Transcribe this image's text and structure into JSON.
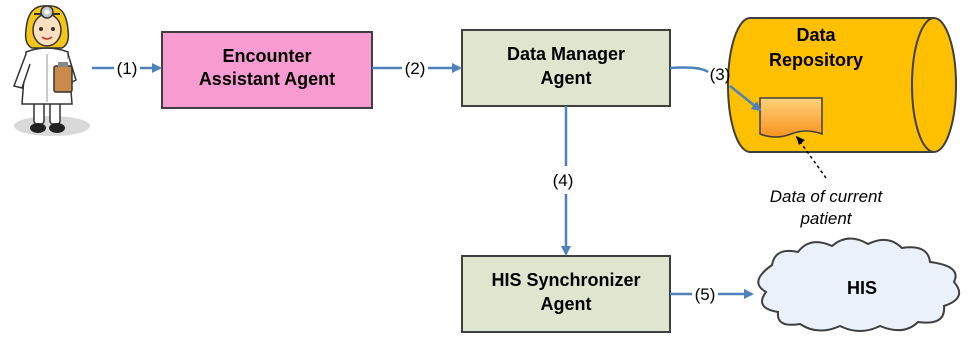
{
  "nodes": {
    "encounter_agent": {
      "line1": "Encounter",
      "line2": "Assistant Agent"
    },
    "data_manager": {
      "line1": "Data Manager",
      "line2": "Agent"
    },
    "data_repository": {
      "line1": "Data",
      "line2": "Repository"
    },
    "his_sync": {
      "line1": "HIS Synchronizer",
      "line2": "Agent"
    },
    "his": {
      "label": "HIS"
    }
  },
  "edges": {
    "e1": "(1)",
    "e2": "(2)",
    "e3": "(3)",
    "e4": "(4)",
    "e5": "(5)"
  },
  "annotation": {
    "line1": "Data of current",
    "line2": "patient"
  },
  "colors": {
    "encounter_fill": "#f79bd1",
    "agent_fill": "#dfe6cf",
    "repository_fill": "#ffc000",
    "document_fill": "#f7931e",
    "arrow": "#4f81bd"
  }
}
